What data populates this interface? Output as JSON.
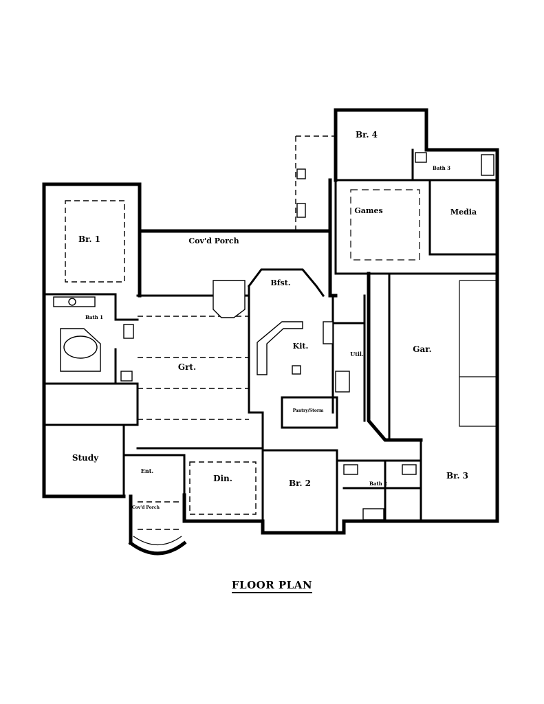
{
  "title": "FLOOR PLAN",
  "rooms": {
    "br1": "Br. 1",
    "covd_porch": "Cov'd Porch",
    "br4": "Br. 4",
    "bath3_top": "Bath 3",
    "games": "Games",
    "media": "Media",
    "bath1": "Bath 1",
    "bfst": "Bfst.",
    "kit": "Kit.",
    "util": "Util.",
    "gar": "Gar.",
    "grt": "Grt.",
    "pantry": "Pantry/Storm",
    "study": "Study",
    "ent": "Ent.",
    "din": "Din.",
    "br2": "Br. 2",
    "bath2": "Bath 2",
    "br3": "Br. 3",
    "covd_porch_front": "Cov'd Porch"
  }
}
